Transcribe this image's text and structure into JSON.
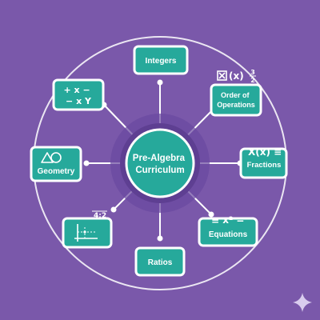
{
  "diagram": {
    "title_lines": [
      "Pre-Algebra",
      "Curriculum"
    ],
    "nodes": [
      {
        "id": "integers",
        "label_lines": [
          "Integers"
        ]
      },
      {
        "id": "order-of-operations",
        "label_lines": [
          "Order of",
          "Operations"
        ],
        "glyph_text": "(x)",
        "fraction_num": "3",
        "fraction_den": "2"
      },
      {
        "id": "fractions",
        "label_lines": [
          "Fractions"
        ],
        "glyph_text": "X(x) ≡"
      },
      {
        "id": "equations",
        "label_lines": [
          "Equations"
        ],
        "glyph_text": "≡ x² ="
      },
      {
        "id": "ratios",
        "label_lines": [
          "Ratios"
        ]
      },
      {
        "id": "graphing",
        "label_lines": [],
        "glyph_text": "4:2"
      },
      {
        "id": "geometry",
        "label_lines": [
          "Geometry"
        ]
      },
      {
        "id": "arithmetic",
        "label_lines": [],
        "glyph_lines": [
          "+ x −",
          "− x Y"
        ]
      }
    ],
    "colors": {
      "background": "#7a58aa",
      "node_fill": "#26a99b",
      "node_border": "#ffffff",
      "center_fill": "#26a99b",
      "center_rings": "#6a48a0",
      "connector": "#ffffff",
      "sparkle": "#d9ccee"
    },
    "icons": {
      "order-of-operations": "boxed-x-icon",
      "geometry": "triangle-circle-icon",
      "graphing": "coordinate-graph-icon",
      "watermark": "sparkle-icon"
    }
  }
}
